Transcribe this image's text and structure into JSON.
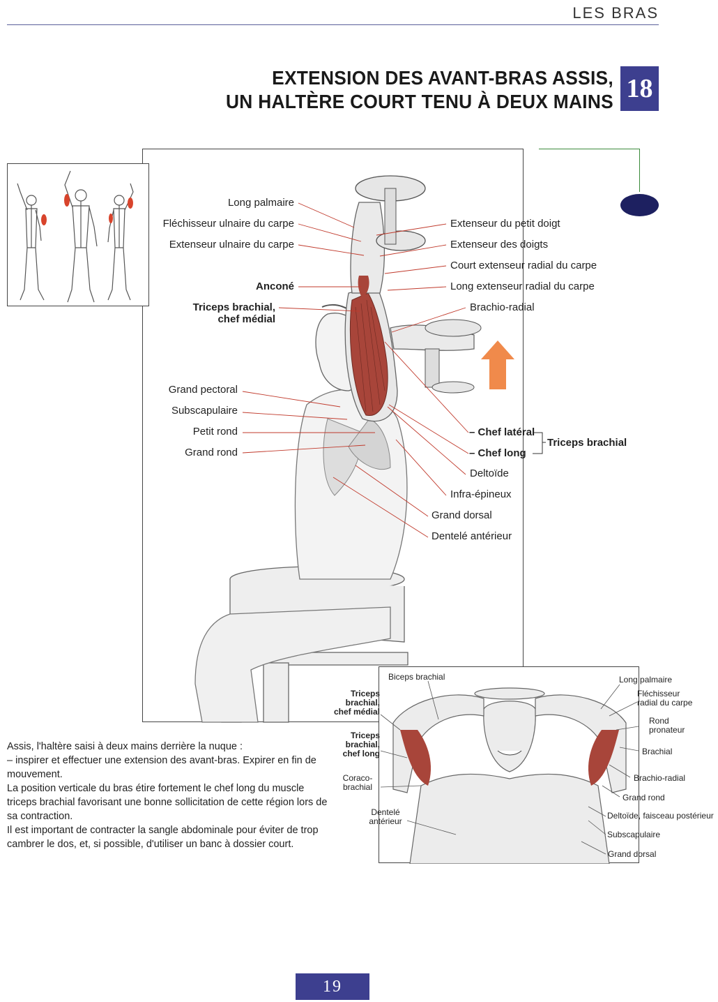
{
  "header": {
    "section": "LES BRAS"
  },
  "title": {
    "line1": "EXTENSION DES AVANT-BRAS ASSIS,",
    "line2": "UN HALTÈRE COURT TENU À DEUX MAINS",
    "number": "18"
  },
  "main_labels": {
    "long_palmaire": "Long palmaire",
    "flechisseur_ulnaire": "Fléchisseur ulnaire du carpe",
    "extenseur_ulnaire": "Extenseur ulnaire du carpe",
    "ancone": "Anconé",
    "triceps_medial_1": "Triceps brachial,",
    "triceps_medial_2": "chef médial",
    "grand_pectoral": "Grand pectoral",
    "subscapulaire": "Subscapulaire",
    "petit_rond": "Petit rond",
    "grand_rond": "Grand rond",
    "extenseur_petit_doigt": "Extenseur du petit doigt",
    "extenseur_doigts": "Extenseur des doigts",
    "court_extenseur": "Court extenseur radial du carpe",
    "long_extenseur": "Long extenseur radial du carpe",
    "brachio_radial": "Brachio-radial",
    "chef_lateral": "– Chef latéral",
    "chef_long": "– Chef long",
    "triceps_brachial": "Triceps brachial",
    "deltoide": "Deltoïde",
    "infra_epineux": "Infra-épineux",
    "grand_dorsal": "Grand dorsal",
    "dentele_anterieur": "Dentelé antérieur"
  },
  "inset_labels": {
    "biceps_brachial": "Biceps brachial",
    "triceps_medial": [
      "Triceps",
      "brachial,",
      "chef médial"
    ],
    "triceps_long": [
      "Triceps",
      "brachial,",
      "chef long"
    ],
    "coraco_brachial": [
      "Coraco-",
      "brachial"
    ],
    "dentele_anterieur": [
      "Dentelé",
      "antérieur"
    ],
    "long_palmaire": "Long palmaire",
    "flechisseur_radial": [
      "Fléchisseur",
      "radial du carpe"
    ],
    "rond_pronateur": [
      "Rond",
      "pronateur"
    ],
    "brachial": "Brachial",
    "brachio_radial": "Brachio-radial",
    "grand_rond": "Grand rond",
    "deltoide_posterieur": "Deltoïde, faisceau postérieur",
    "subscapulaire": "Subscapulaire",
    "grand_dorsal": "Grand dorsal"
  },
  "body": {
    "p1": "Assis, l'haltère saisi à deux mains derrière la nuque :",
    "p2": "– inspirer et effectuer une extension des avant-bras. Expirer en fin de mouvement.",
    "p3": "La position verticale du bras étire fortement le chef long du muscle triceps brachial favorisant une bonne sollicitation de cette région lors de sa contraction.",
    "p4": "Il est important de contracter la sangle abdominale pour éviter de trop cambrer le dos, et, si possible, d'utiliser un banc à dossier court."
  },
  "footer": {
    "page": "19"
  },
  "colors": {
    "accent": "#3d3f8f",
    "leader": "#c0392b",
    "muscle": "#a8453a",
    "arrow": "#f08a4b"
  }
}
